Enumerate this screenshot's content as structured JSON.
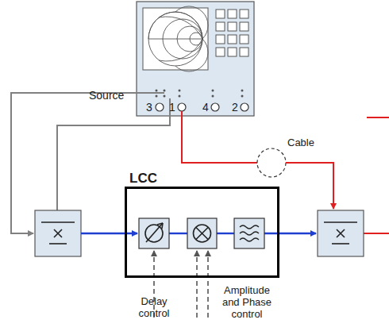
{
  "diagram": {
    "nodes": [
      {
        "text": [
          "LCC"
        ]
      }
    ],
    "labels": [
      "Source",
      "3",
      "1",
      "4",
      "2",
      "Cable",
      "Delay control",
      "Amplitude and Phase control"
    ]
  }
}
